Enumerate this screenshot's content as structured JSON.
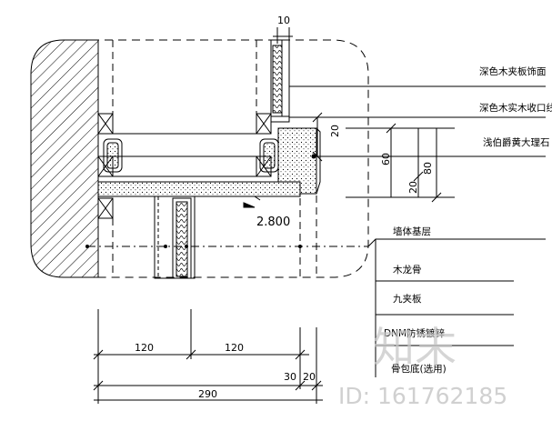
{
  "labels": {
    "face_veneer": "深色木夹板饰面",
    "solid_wood_trim": "深色木实木收口线",
    "marble": "浅伯爵黄大理石",
    "wall_base": "墙体基层",
    "wood_keel": "木龙骨",
    "plywood": "九夹板",
    "dnm": "DNM防锈镀锌",
    "bracket": "骨包底(选用)"
  },
  "dimensions": {
    "top_10": "10",
    "d20_top": "20",
    "d60": "60",
    "d80": "80",
    "d20_mid": "20",
    "b120_left": "120",
    "b120_right": "120",
    "b30": "30",
    "b20": "20",
    "total_290": "290"
  },
  "elevation": "2.800",
  "watermark": {
    "brand": "知末",
    "id_text": "ID: 161762185"
  }
}
